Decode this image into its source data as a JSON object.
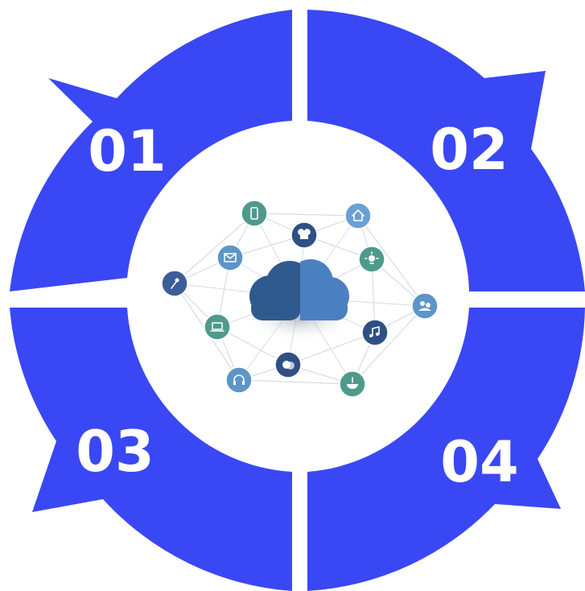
{
  "colors": {
    "segment": "#3a47f4",
    "center": "#ffffff",
    "cloud_dark": "#2f5a8e",
    "cloud_light": "#4a7fc0",
    "link": "#d6dde6"
  },
  "segments": [
    {
      "label": "01"
    },
    {
      "label": "02"
    },
    {
      "label": "03"
    },
    {
      "label": "04"
    }
  ],
  "center_illustration": {
    "hub": "cloud-icon",
    "nodes": [
      {
        "icon": "phone-icon",
        "color": "#4e9a8c"
      },
      {
        "icon": "home-icon",
        "color": "#6aa0d4"
      },
      {
        "icon": "chef-hat-icon",
        "color": "#2f4f86"
      },
      {
        "icon": "mail-icon",
        "color": "#5d95c8"
      },
      {
        "icon": "lightbulb-icon",
        "color": "#4e9a8c"
      },
      {
        "icon": "microphone-icon",
        "color": "#3b5d99"
      },
      {
        "icon": "users-icon",
        "color": "#5d95c8"
      },
      {
        "icon": "laptop-icon",
        "color": "#4e9a8c"
      },
      {
        "icon": "music-icon",
        "color": "#2f4f86"
      },
      {
        "icon": "chart-icon",
        "color": "#2f4f86"
      },
      {
        "icon": "headphones-icon",
        "color": "#5d95c8"
      },
      {
        "icon": "bowl-icon",
        "color": "#4e9a8c"
      }
    ]
  }
}
